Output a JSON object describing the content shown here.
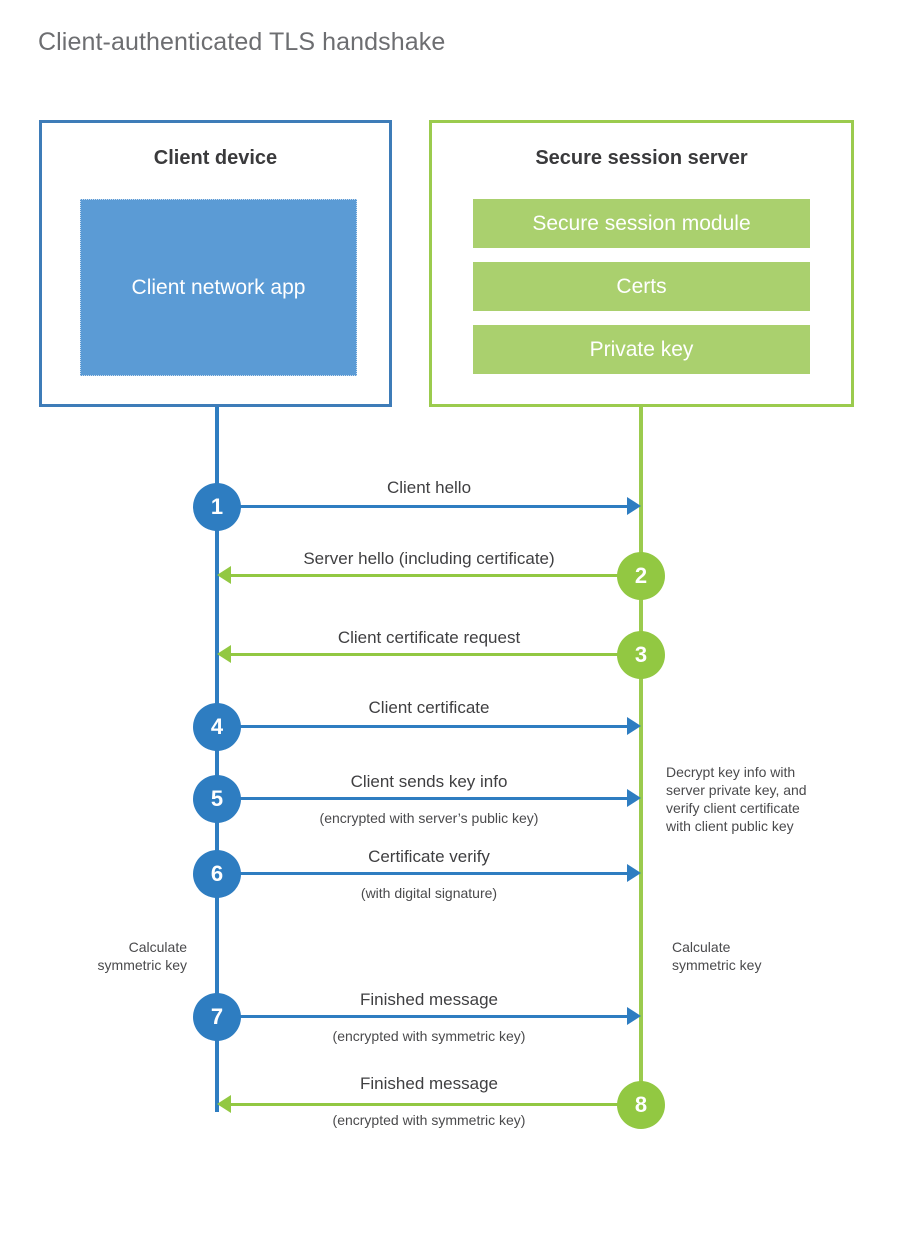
{
  "title": "Client-authenticated TLS handshake",
  "entities": {
    "client": {
      "title": "Client device",
      "app_label": "Client network app"
    },
    "server": {
      "title": "Secure session server",
      "modules": [
        {
          "label": "Secure session module"
        },
        {
          "label": "Certs"
        },
        {
          "label": "Private key"
        }
      ]
    }
  },
  "colors": {
    "client_blue": "#2e7dc1",
    "client_box_border": "#3e7cb8",
    "client_app_fill": "#5b9bd5",
    "server_green": "#92c842",
    "server_box_border": "#9bcb4e",
    "server_bar_fill": "#aad06e",
    "title_gray": "#6d6e71",
    "text_dark": "#3f3f41"
  },
  "steps": [
    {
      "number": "1",
      "label": "Client hello",
      "sub": "",
      "direction": "client-to-server",
      "color": "blue"
    },
    {
      "number": "2",
      "label": "Server hello (including certificate)",
      "sub": "",
      "direction": "server-to-client",
      "color": "green"
    },
    {
      "number": "3",
      "label": "Client certificate request",
      "sub": "",
      "direction": "server-to-client",
      "color": "green"
    },
    {
      "number": "4",
      "label": "Client certificate",
      "sub": "",
      "direction": "client-to-server",
      "color": "blue"
    },
    {
      "number": "5",
      "label": "Client sends key info",
      "sub": "(encrypted with server’s public key)",
      "direction": "client-to-server",
      "color": "blue"
    },
    {
      "number": "6",
      "label": "Certificate verify",
      "sub": "(with digital signature)",
      "direction": "client-to-server",
      "color": "blue"
    },
    {
      "number": "7",
      "label": "Finished message",
      "sub": "(encrypted with symmetric key)",
      "direction": "client-to-server",
      "color": "blue"
    },
    {
      "number": "8",
      "label": "Finished message",
      "sub": "(encrypted with symmetric key)",
      "direction": "server-to-client",
      "color": "green"
    }
  ],
  "notes": {
    "server_decrypt": [
      "Decrypt key info with",
      "server private key, and",
      "verify client certificate",
      "with client public key"
    ],
    "client_calculate": [
      "Calculate",
      "symmetric key"
    ],
    "server_calculate": [
      "Calculate",
      "symmetric key"
    ]
  }
}
